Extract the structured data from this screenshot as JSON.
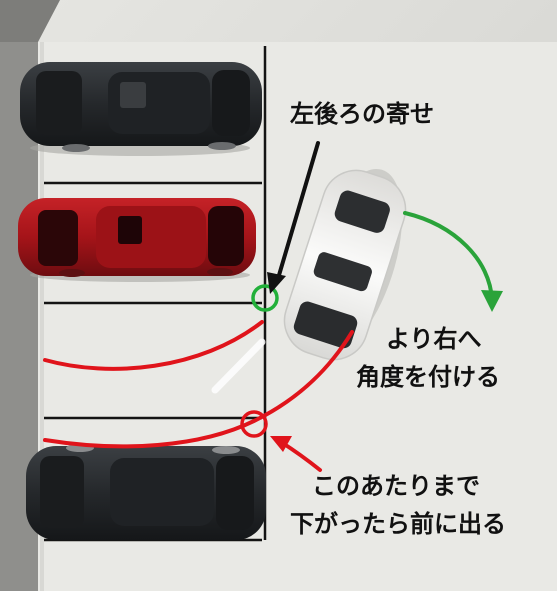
{
  "annotations": {
    "rear_left_clearance": "左後ろの寄せ",
    "angle_right_line1": "より右へ",
    "angle_right_line2": "角度を付ける",
    "back_until_line1": "このあたりまで",
    "back_until_line2": "下がったら前に出る"
  },
  "colors": {
    "arrow_black": "#111111",
    "guide_red": "#e0141b",
    "arrow_green": "#2aa33a",
    "circle_green": "#22b03a",
    "circle_red": "#e0141b",
    "car_black": "#2a2d30",
    "car_red": "#b0161b",
    "car_white": "#f6f6f4"
  },
  "objects": [
    "black-toy-car-top",
    "red-toy-car",
    "white-toy-car-maneuvering",
    "black-toy-car-bottom"
  ]
}
